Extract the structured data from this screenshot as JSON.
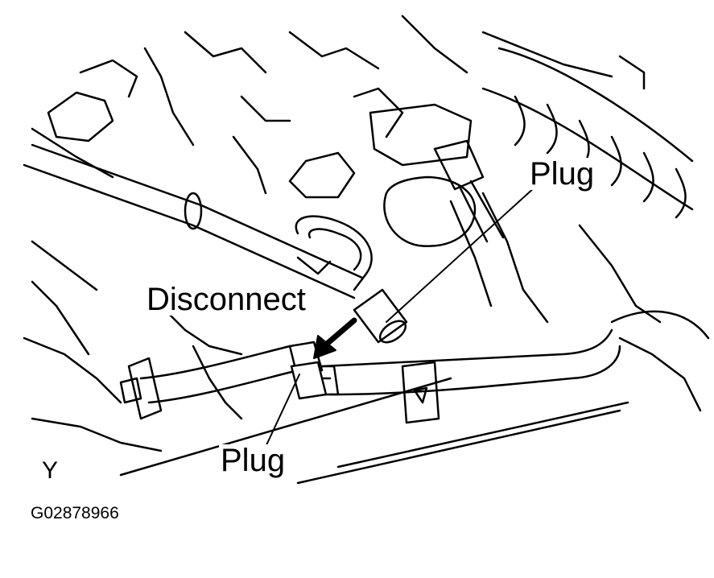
{
  "labels": {
    "disconnect": "Disconnect",
    "plug_top": "Plug",
    "plug_bottom": "Plug",
    "view_letter": "Y",
    "figure_id": "G02878966"
  },
  "colors": {
    "ink": "#000000",
    "paper": "#ffffff"
  }
}
